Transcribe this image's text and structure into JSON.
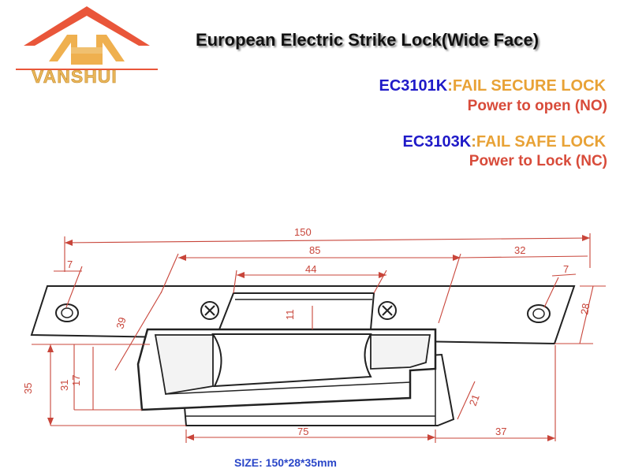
{
  "brand": {
    "name": "VANSHUI",
    "logo_icon": "house-roof-h-logo-icon",
    "colors": {
      "roof": "#e9563a",
      "letters": "#e9b65a"
    }
  },
  "title": "European Electric Strike Lock(Wide Face)",
  "specs": [
    {
      "code": "EC3101K",
      "separator": ":",
      "name": "FAIL SECURE LOCK",
      "power": "Power to open (NO)"
    },
    {
      "code": "EC3103K",
      "separator": ":",
      "name": "FAIL SAFE LOCK",
      "power": "Power to Lock (NC)"
    }
  ],
  "dimensions": {
    "overall_length": "150",
    "body_span": "85",
    "right_span": "32",
    "bolt_opening": "44",
    "left_hole": "7",
    "right_hole": "7",
    "plate_width": "28",
    "body_height": "39",
    "bolt_depth": "11",
    "total_depth": "35",
    "depth_a": "31",
    "depth_b": "17",
    "box_height": "21",
    "box_length": "75",
    "offset": "37"
  },
  "size_note": "SIZE: 150*28*35mm",
  "colors": {
    "code": "#1f1ac8",
    "spec_name": "#e8a236",
    "power": "#d84b3a",
    "dimension": "#c8453a",
    "size_note": "#2a46c8"
  }
}
